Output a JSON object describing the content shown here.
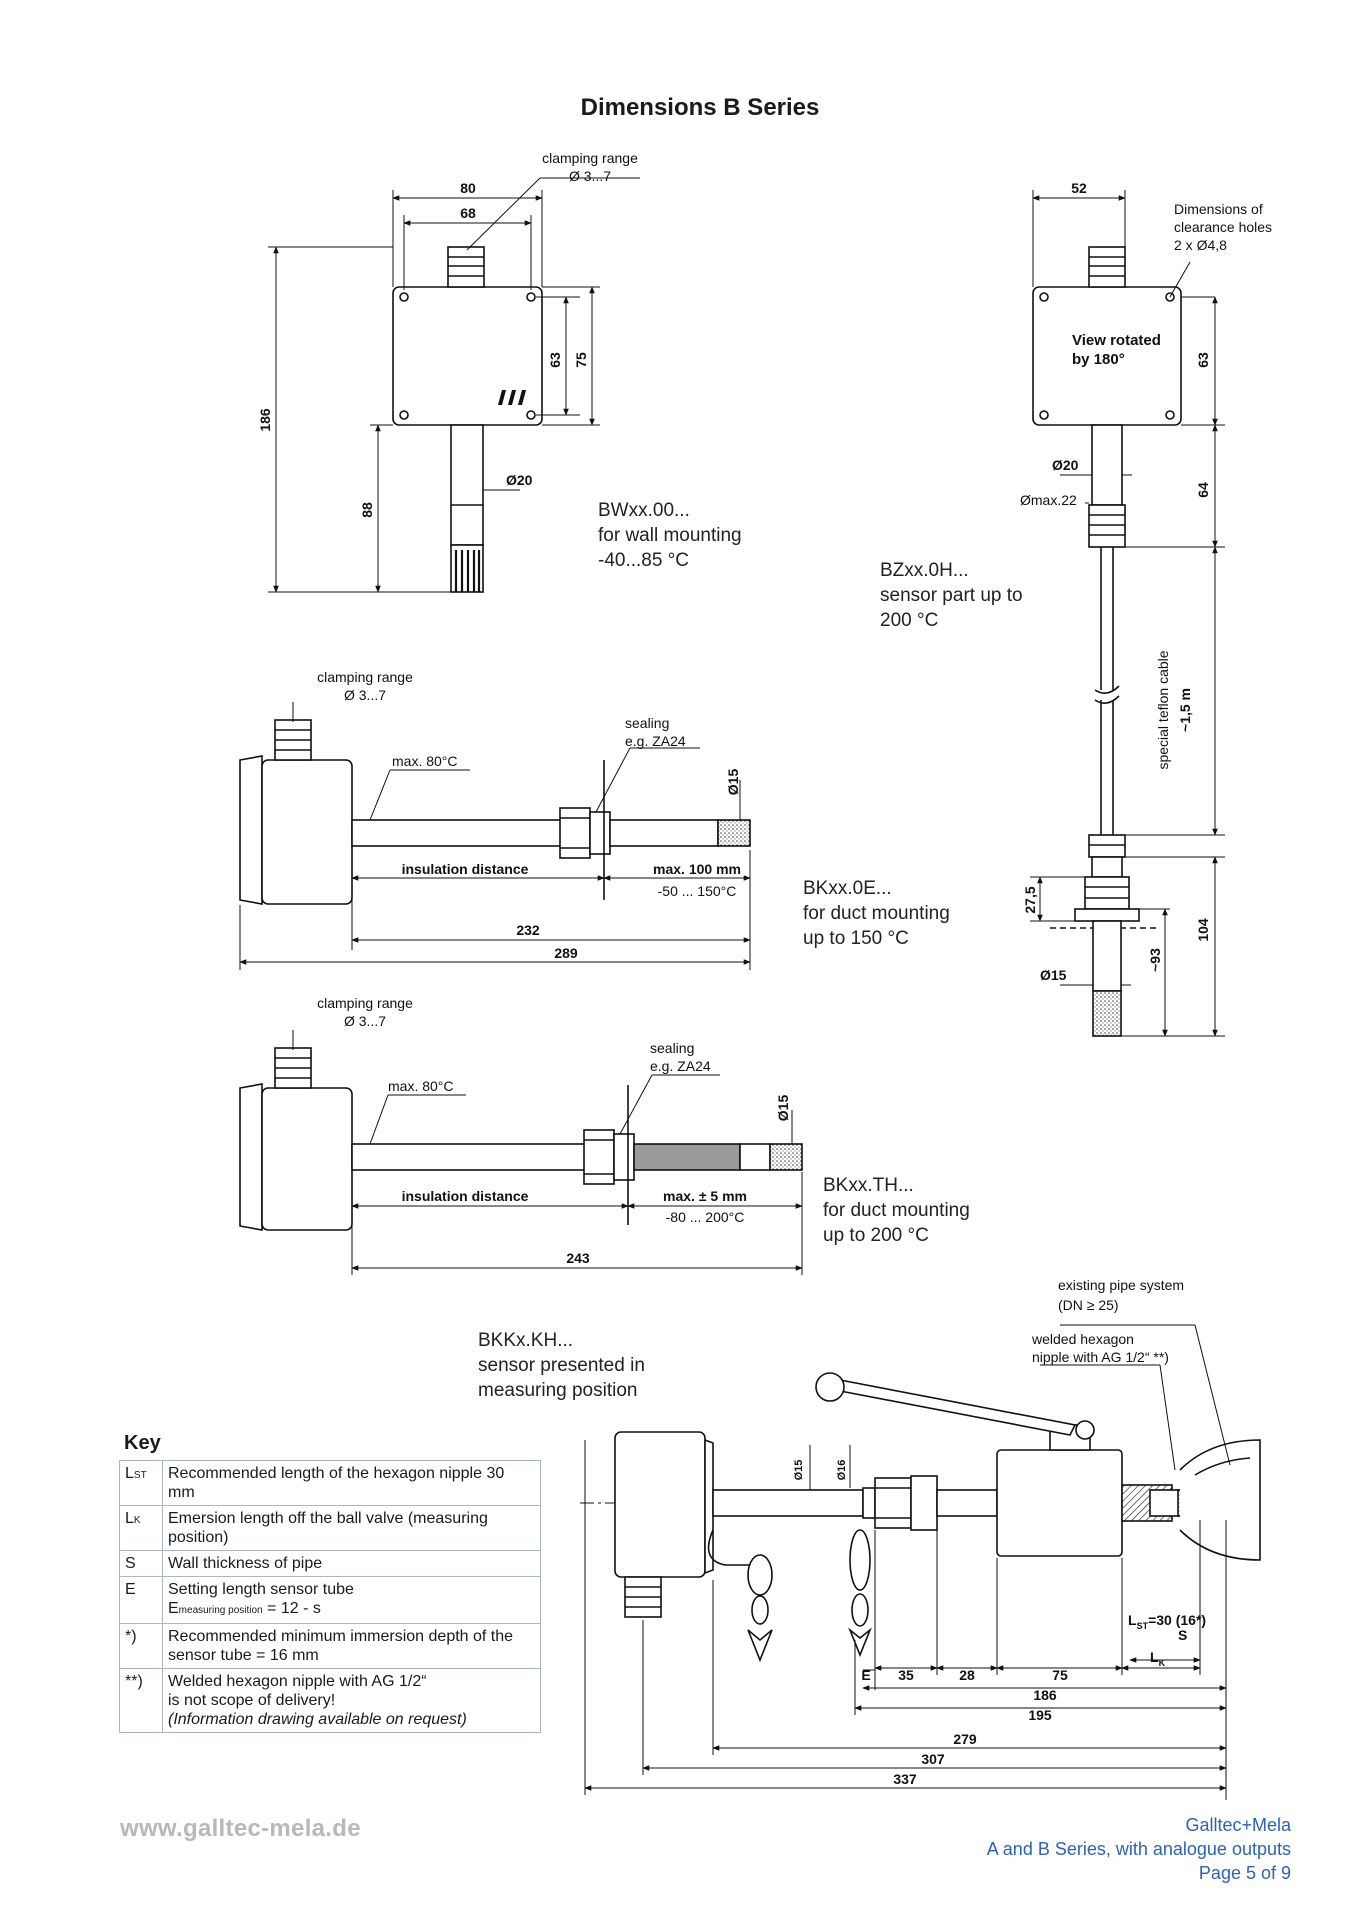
{
  "page": {
    "title": "Dimensions B Series"
  },
  "products": {
    "bw": {
      "code": "BWxx.00...",
      "line1": "for wall mounting",
      "line2": "-40...85 °C"
    },
    "bz": {
      "code": "BZxx.0H...",
      "line1": "sensor part up to",
      "line2": "200 °C"
    },
    "bk0e": {
      "code": "BKxx.0E...",
      "line1": "for duct mounting",
      "line2": "up to 150 °C"
    },
    "bkth": {
      "code": "BKxx.TH...",
      "line1": "for duct mounting",
      "line2": "up to 200 °C"
    },
    "bkk": {
      "code": "BKKx.KH...",
      "line1": "sensor presented in",
      "line2": "measuring position"
    }
  },
  "notes": {
    "clamping_range": "clamping range",
    "clamping_dia": "Ø 3...7",
    "clearance_title1": "Dimensions of",
    "clearance_title2": "clearance holes",
    "clearance_value": "2 x Ø4,8",
    "view_rotated1": "View rotated",
    "view_rotated2": "by 180°",
    "max_temp": "max. 80°C",
    "sealing": "sealing",
    "sealing_eg": "e.g. ZA24",
    "insulation": "insulation distance",
    "max100": "max. 100 mm",
    "range150": "-50 ... 150°C",
    "max5": "max. ± 5 mm",
    "range200": "-80 ... 200°C",
    "cable": "special teflon cable",
    "cable_len": "~1,5 m",
    "dmax22": "Ømax.22",
    "pipe_system": "existing pipe system",
    "pipe_dn": "(DN ≥ 25)",
    "welded1": "welded hexagon",
    "welded2": "nipple with AG 1/2“ **)"
  },
  "dimensions": {
    "bw": [
      "80",
      "68",
      "63",
      "75",
      "186",
      "88",
      "Ø20"
    ],
    "bz": [
      "52",
      "63",
      "64",
      "Ø20",
      "27,5",
      "~93",
      "104",
      "Ø15"
    ],
    "bk0e": [
      "Ø15",
      "232",
      "289"
    ],
    "bkth": [
      "Ø15",
      "243"
    ],
    "bkk": [
      "Ø15",
      "Ø16",
      "E",
      "35",
      "28",
      "75",
      "186",
      "195",
      "279",
      "307",
      "337",
      "S",
      "L",
      "ST",
      "=30 (16*)",
      "K"
    ]
  },
  "key": {
    "title": "Key",
    "rows": [
      {
        "sym": "L",
        "sub": "ST",
        "text": "Recommended length of the hexagon nipple 30 mm"
      },
      {
        "sym": "L",
        "sub": "K",
        "text": "Emersion length off the ball valve (measuring position)"
      },
      {
        "sym": "S",
        "sub": "",
        "text": "Wall thickness of pipe"
      },
      {
        "sym": "E",
        "sub": "",
        "text": "Setting length sensor tube",
        "formula_main": "E",
        "formula_sub": "measuring position",
        "formula_rest": " = 12 - s"
      },
      {
        "sym": "*)",
        "sub": "",
        "text": "Recommended minimum immersion depth of the sensor tube = 16 mm"
      },
      {
        "sym": "**)",
        "sub": "",
        "text": "Welded hexagon nipple with AG 1/2“",
        "text2": "is not scope of delivery!",
        "text3": "(Information drawing available on request)"
      }
    ]
  },
  "footer": {
    "url": "www.galltec-mela.de",
    "company": "Galltec+Mela",
    "doc": "A and B Series, with analogue outputs",
    "page": "Page 5 of 9"
  }
}
